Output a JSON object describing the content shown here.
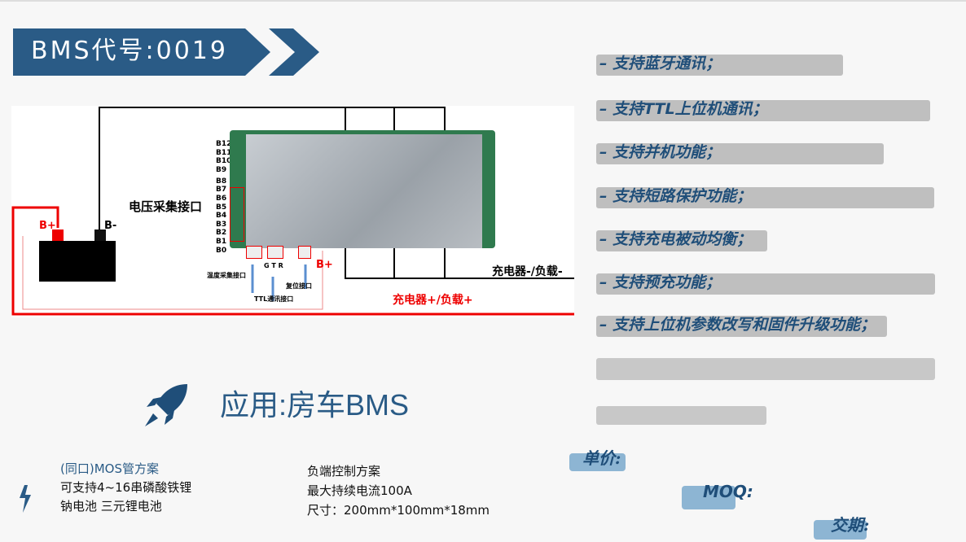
{
  "header": {
    "title": "BMS代号:0019"
  },
  "diagram": {
    "voltage_label": "电压采集接口",
    "b_plus": "B+",
    "b_minus": "B-",
    "cells": [
      "B12",
      "B11",
      "B10",
      "B9",
      "B8",
      "B7",
      "B6",
      "B5",
      "B4",
      "B3",
      "B2",
      "B1",
      "B0"
    ],
    "temp_label": "温度采集接口",
    "gtr": "G T R",
    "ttl_label": "TTL通讯接口",
    "reset_label": "复位接口",
    "board_bplus": "B+",
    "charger_minus": "充电器-/负载-",
    "charger_plus": "充电器+/负载+"
  },
  "features": [
    "– 支持蓝牙通讯；",
    "– 支持TTL上位机通讯；",
    "– 支持并机功能；",
    "– 支持短路保护功能；",
    "– 支持充电被动均衡；",
    "– 支持预充功能；",
    "– 支持上位机参数改写和固件升级功能；"
  ],
  "application": {
    "label": "应用:房车BMS"
  },
  "specs_left": {
    "title": "(同口)MOS管方案",
    "line1": "可支持4~16串磷酸铁锂",
    "line2": "钠电池 三元锂电池"
  },
  "specs_right": {
    "line1": "负端控制方案",
    "line2": "最大持续电流100A",
    "line3": "尺寸：200mm*100mm*18mm"
  },
  "pricing": {
    "unit_price": "单价:",
    "moq": "MOQ:",
    "lead_time": "交期:"
  }
}
